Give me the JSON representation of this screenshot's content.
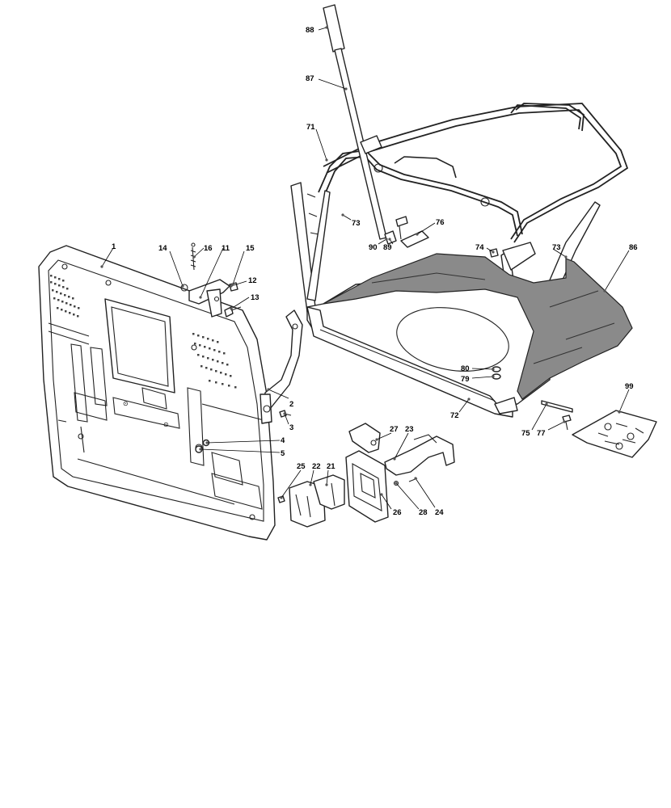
{
  "labels": {
    "p1": "1",
    "p2": "2",
    "p3": "3",
    "p4": "4",
    "p5": "5",
    "p11": "11",
    "p12": "12",
    "p13": "13",
    "p14": "14",
    "p15": "15",
    "p16": "16",
    "p21": "21",
    "p22": "22",
    "p23": "23",
    "p24": "24",
    "p25": "25",
    "p26": "26",
    "p27": "27",
    "p28": "28",
    "p71": "71",
    "p72": "72",
    "p73a": "73",
    "p73b": "73",
    "p74": "74",
    "p75": "75",
    "p76": "76",
    "p77": "77",
    "p79": "79",
    "p80": "80",
    "p86": "86",
    "p87": "87",
    "p88": "88",
    "p89": "89",
    "p90": "90",
    "p99": "99"
  }
}
